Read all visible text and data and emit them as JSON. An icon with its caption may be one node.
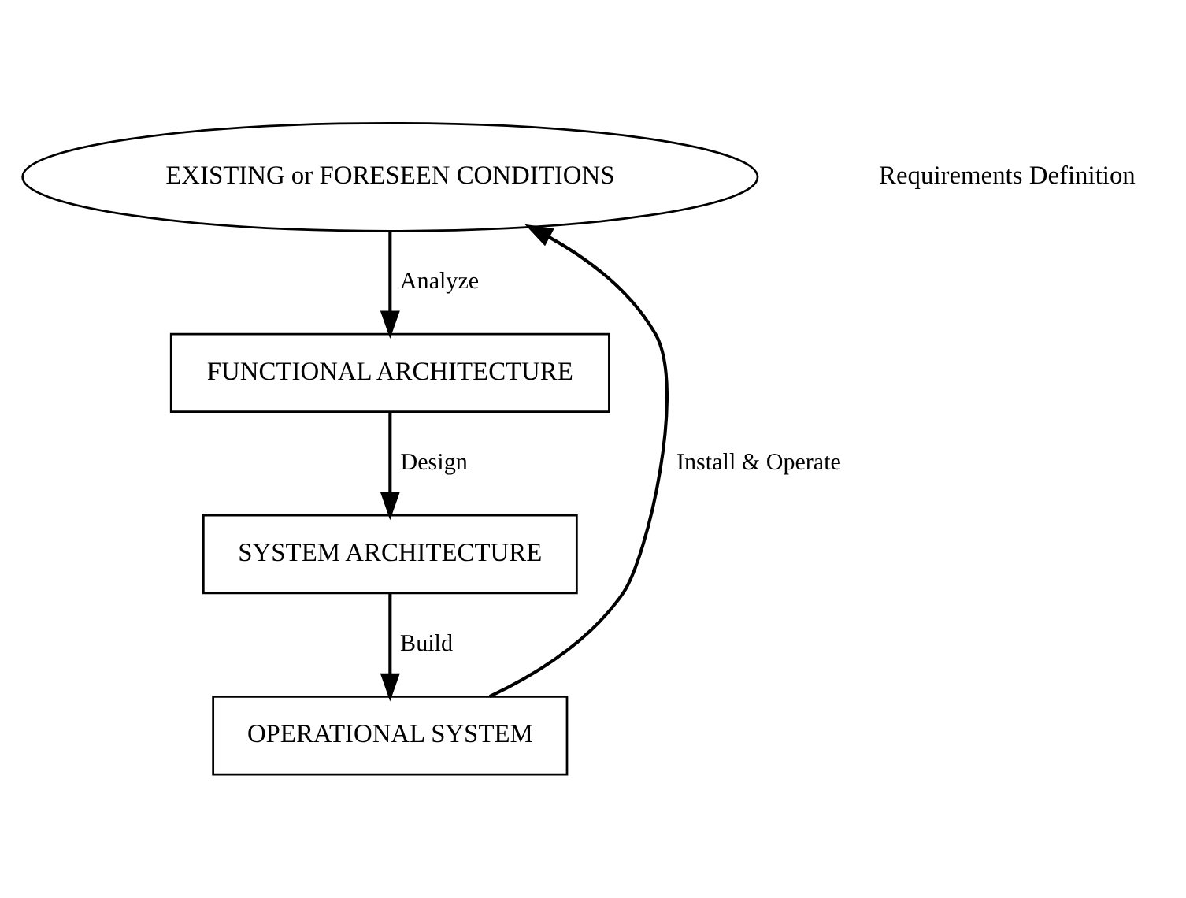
{
  "diagram": {
    "nodes": [
      {
        "text": [
          "EXISTING or FORESEEN CONDITIONS"
        ]
      },
      {
        "text": [
          "FUNCTIONAL ARCHITECTURE"
        ]
      },
      {
        "text": [
          "SYSTEM ARCHITECTURE"
        ]
      },
      {
        "text": [
          "OPERATIONAL SYSTEM"
        ]
      }
    ],
    "edges": [
      {
        "from": 0,
        "to": 1,
        "arrow": "to",
        "label": "Analyze"
      },
      {
        "from": 1,
        "to": 2,
        "arrow": "to",
        "label": "Design"
      },
      {
        "from": 2,
        "to": 3,
        "arrow": "to",
        "label": "Build"
      },
      {
        "from": 3,
        "to": 0,
        "arrow": "to",
        "label": "Install & Operate"
      }
    ],
    "labels": [
      "Requirements Definition"
    ]
  }
}
